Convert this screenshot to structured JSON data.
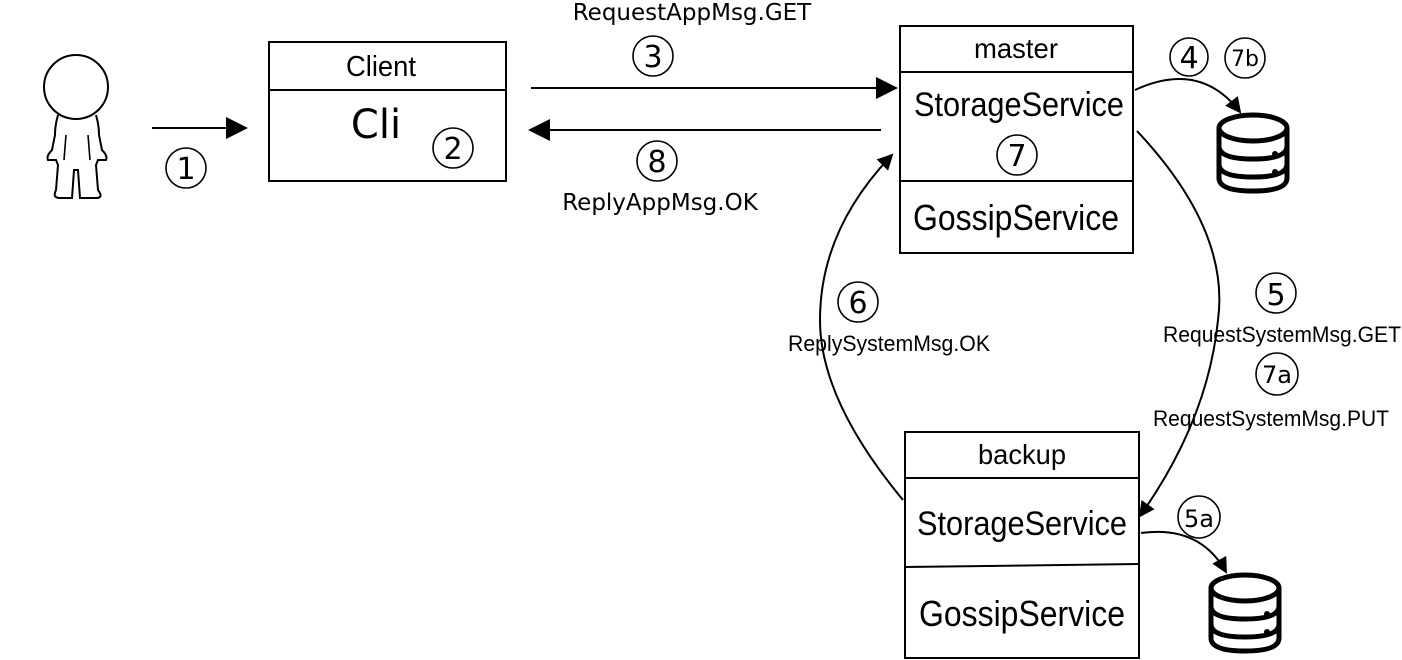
{
  "nodes": {
    "client": {
      "title": "Client",
      "component": "Cli"
    },
    "master": {
      "title": "master",
      "storage": "StorageService",
      "gossip": "GossipService"
    },
    "backup": {
      "title": "backup",
      "storage": "StorageService",
      "gossip": "GossipService"
    }
  },
  "messages": {
    "request_app": "RequestAppMsg.GET",
    "reply_app": "ReplyAppMsg.OK",
    "reply_system": "ReplySystemMsg.OK",
    "request_system_get": "RequestSystemMsg.GET",
    "request_system_put": "RequestSystemMsg.PUT"
  },
  "steps": {
    "s1": "1",
    "s2": "2",
    "s3": "3",
    "s4": "4",
    "s5": "5",
    "s5a": "5a",
    "s6": "6",
    "s7": "7",
    "s7a": "7a",
    "s7b": "7b",
    "s8": "8"
  },
  "icons": {
    "user": "user-icon",
    "database": "database-icon"
  }
}
